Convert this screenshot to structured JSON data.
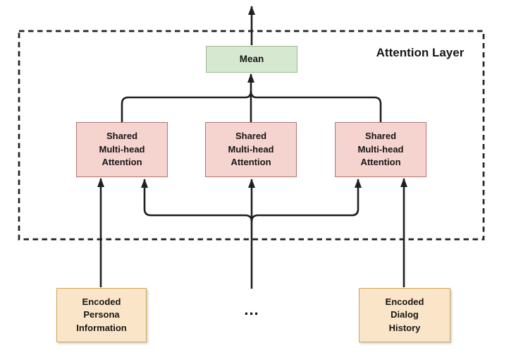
{
  "diagram": {
    "attention_layer": {
      "label": "Attention Layer",
      "mean_box": {
        "label": "Mean",
        "fill": "#d7e8d0",
        "stroke": "#9cb897"
      },
      "shared_attention_boxes": [
        {
          "label": "Shared\nMulti-head\nAttention",
          "fill": "#f5d3cf",
          "stroke": "#b4756f"
        },
        {
          "label": "Shared\nMulti-head\nAttention",
          "fill": "#f5d3cf",
          "stroke": "#b4756f"
        },
        {
          "label": "Shared\nMulti-head\nAttention",
          "fill": "#f5d3cf",
          "stroke": "#b4756f"
        }
      ]
    },
    "inputs": {
      "persona_box": {
        "label": "Encoded\nPersona\nInformation",
        "fill": "#fbe5c8",
        "stroke": "#d3a455"
      },
      "ellipsis": "...",
      "dialog_box": {
        "label": "Encoded\nDialog\nHistory",
        "fill": "#fbe5c8",
        "stroke": "#d3a455"
      }
    },
    "line_color": "#1f1f1f",
    "container_border_style": "dashed"
  }
}
